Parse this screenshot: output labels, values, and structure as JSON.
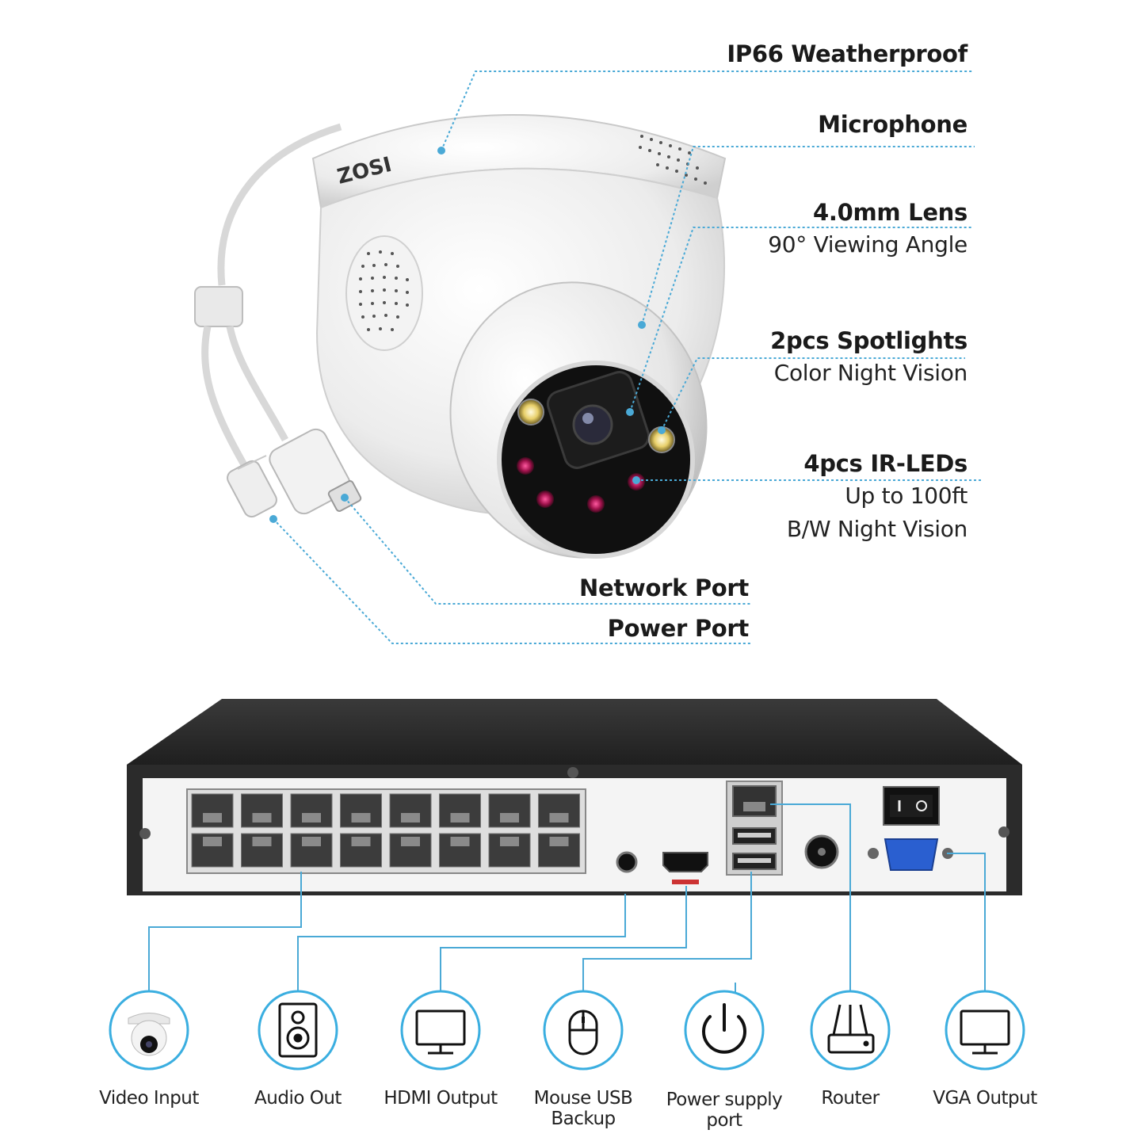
{
  "camera": {
    "brand": "ZOSI",
    "callouts": [
      {
        "title": "IP66 Weatherproof",
        "lines": []
      },
      {
        "title": "Microphone",
        "lines": []
      },
      {
        "title": "4.0mm Lens",
        "lines": [
          "90° Viewing Angle"
        ]
      },
      {
        "title": "2pcs Spotlights",
        "lines": [
          "Color Night Vision"
        ]
      },
      {
        "title": "4pcs IR-LEDs",
        "lines": [
          "Up to 100ft",
          "B/W Night Vision"
        ]
      },
      {
        "title": "Network Port",
        "lines": []
      },
      {
        "title": "Power Port",
        "lines": []
      }
    ]
  },
  "nvr": {
    "connections": [
      {
        "label": "Video Input",
        "icon": "dome-camera-icon"
      },
      {
        "label": "Audio Out",
        "icon": "speaker-icon"
      },
      {
        "label": "HDMI Output",
        "icon": "monitor-icon"
      },
      {
        "label": "Mouse USB Backup",
        "icon": "mouse-icon"
      },
      {
        "label": "Power supply port",
        "icon": "power-icon"
      },
      {
        "label": "Router",
        "icon": "router-icon"
      },
      {
        "label": "VGA Output",
        "icon": "monitor-icon"
      }
    ]
  },
  "colors": {
    "leader_line": "#4aa9d6",
    "circle_ring": "#3aaee0",
    "nvr_body": "#2f2f2f",
    "nvr_panel": "#f4f4f4",
    "vga_blue": "#2a5fd0",
    "text": "#1a1a1a"
  }
}
